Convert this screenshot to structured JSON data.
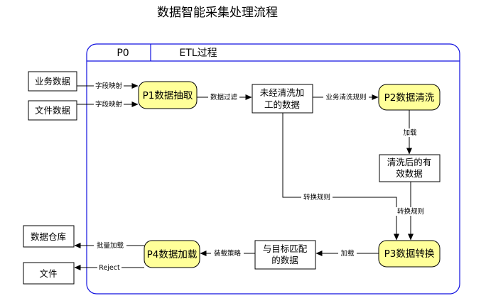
{
  "title": "数据智能采集处理流程",
  "header": {
    "id": "P0",
    "name": "ETL过程"
  },
  "sources": {
    "business": "业务数据",
    "file": "文件数据"
  },
  "outputs": {
    "warehouse": "数据仓库",
    "file": "文件"
  },
  "processes": {
    "p1": "P1数据抽取",
    "p2": "P2数据清洗",
    "p3": "P3数据转换",
    "p4": "P4数据加载"
  },
  "stores": {
    "raw": [
      "未经清洗加",
      "工的数据"
    ],
    "cleaned": [
      "清洗后的有",
      "效数据"
    ],
    "matched": [
      "与目标匹配",
      "的数据"
    ]
  },
  "flows": {
    "map1": "字段映射",
    "map2": "字段映射",
    "filter": "数据过滤",
    "clean_rules": "业务清洗规则",
    "load_clean": "加载",
    "convert_rules_left": "转换规则",
    "convert_rules_right": "转换规则",
    "load_match": "加载",
    "load_strategy": "装载策略",
    "batch_load": "批量加载",
    "reject": "Reject"
  }
}
